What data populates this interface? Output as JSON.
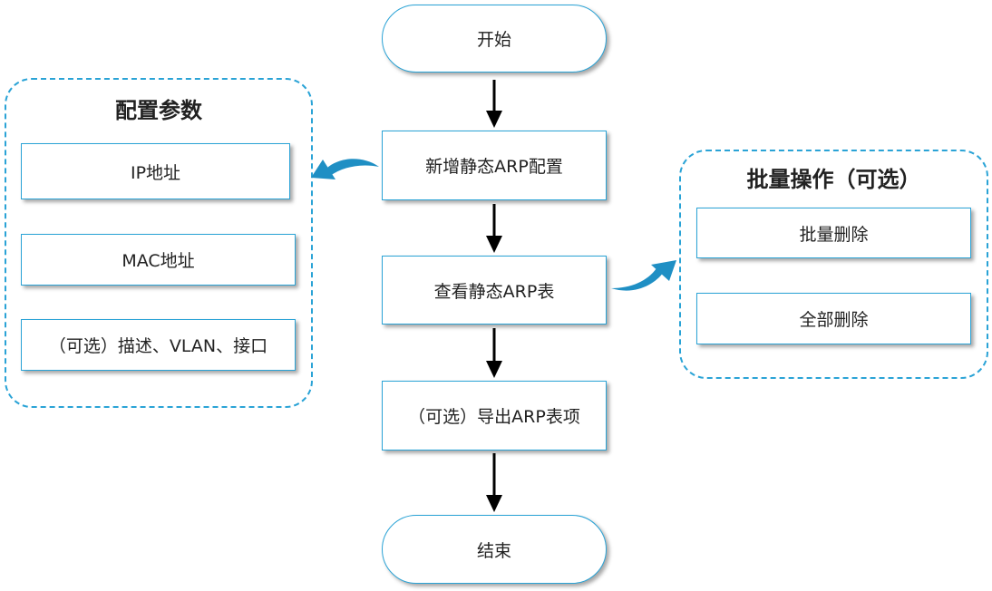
{
  "flow": {
    "start": "开始",
    "step1": "新增静态ARP配置",
    "step2": "查看静态ARP表",
    "step3": "（可选）导出ARP表项",
    "end": "结束"
  },
  "config_group": {
    "title": "配置参数",
    "items": [
      "IP地址",
      "MAC地址",
      "（可选）描述、VLAN、接口"
    ]
  },
  "batch_group": {
    "title": "批量操作（可选）",
    "items": [
      "批量删除",
      "全部删除"
    ]
  },
  "colors": {
    "accent": "#2aa3d6",
    "arrow": "#000000",
    "curved_arrow": "#1f8fc4"
  }
}
